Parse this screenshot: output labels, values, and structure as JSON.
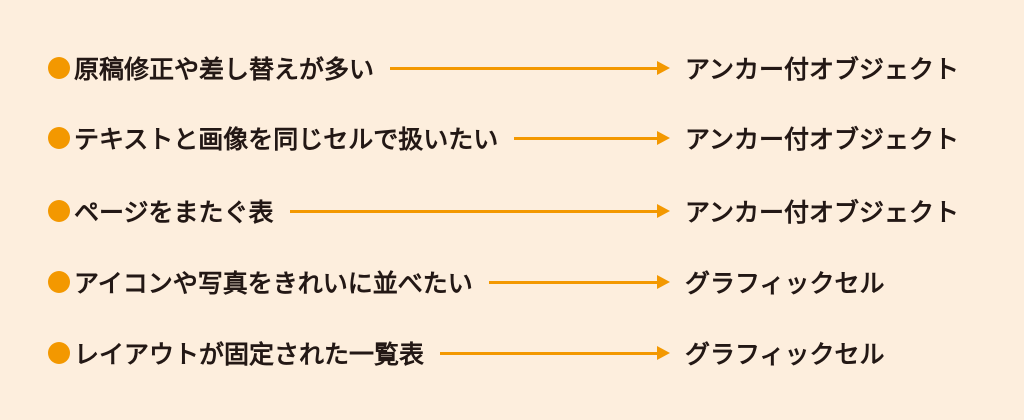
{
  "colors": {
    "background": "#fdeedd",
    "accent": "#f39800",
    "text": "#231815"
  },
  "rows": [
    {
      "need": "原稿修正や差し替えが多い",
      "solution": "アンカー付オブジェクト"
    },
    {
      "need": "テキストと画像を同じセルで扱いたい",
      "solution": "アンカー付オブジェクト"
    },
    {
      "need": "ページをまたぐ表",
      "solution": "アンカー付オブジェクト"
    },
    {
      "need": "アイコンや写真をきれいに並べたい",
      "solution": "グラフィックセル"
    },
    {
      "need": "レイアウトが固定された一覧表",
      "solution": "グラフィックセル"
    }
  ]
}
